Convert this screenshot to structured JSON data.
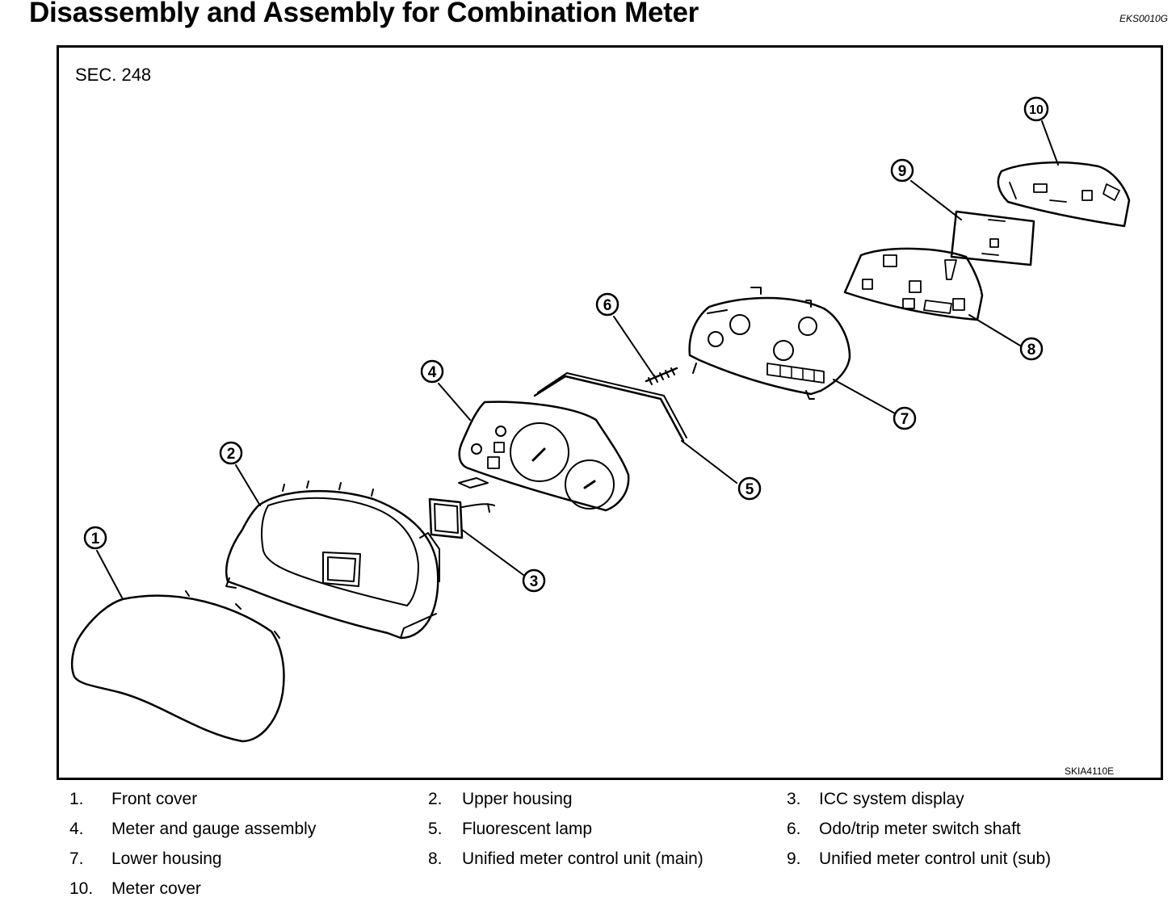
{
  "header": {
    "title": "Disassembly and Assembly for Combination Meter",
    "doc_code": "EKS0010G"
  },
  "figure": {
    "section": "SEC. 248",
    "figure_code": "SKIA4110E",
    "callouts": [
      "1",
      "2",
      "3",
      "4",
      "5",
      "6",
      "7",
      "8",
      "9",
      "10"
    ]
  },
  "legend": [
    {
      "num": "1.",
      "label": "Front cover"
    },
    {
      "num": "2.",
      "label": "Upper housing"
    },
    {
      "num": "3.",
      "label": "ICC system display"
    },
    {
      "num": "4.",
      "label": "Meter and gauge assembly"
    },
    {
      "num": "5.",
      "label": "Fluorescent lamp"
    },
    {
      "num": "6.",
      "label": "Odo/trip meter switch shaft"
    },
    {
      "num": "7.",
      "label": "Lower housing"
    },
    {
      "num": "8.",
      "label": "Unified meter control unit (main)"
    },
    {
      "num": "9.",
      "label": "Unified meter control unit (sub)"
    },
    {
      "num": "10.",
      "label": "Meter cover"
    }
  ]
}
